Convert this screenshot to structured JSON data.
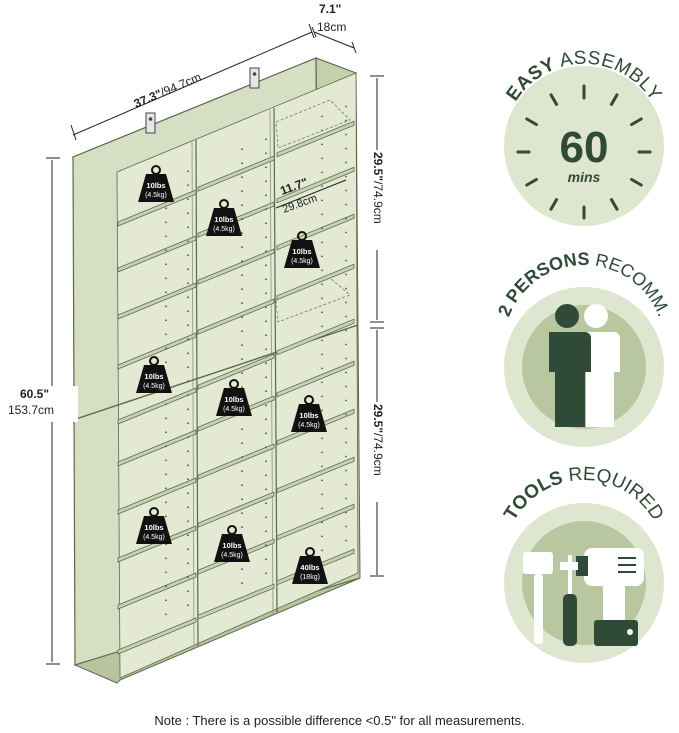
{
  "dimensions": {
    "width_in": "37.3\"",
    "width_cm": "/94.7cm",
    "depth_in": "7.1\"",
    "depth_cm": "18cm",
    "height_in": "60.5\"",
    "height_cm": "153.7cm",
    "upper_section_in": "29.5\"",
    "upper_section_cm": "/74.9cm",
    "lower_section_in": "29.5\"",
    "lower_section_cm": "/74.9cm",
    "shelf_depth_in": "11.7\"",
    "shelf_depth_cm": "29.8cm"
  },
  "weight_labels": {
    "w1": {
      "line1": "10lbs",
      "line2": "(4.5kg)"
    },
    "w2": {
      "line1": "10lbs",
      "line2": "(4.5kg)"
    },
    "w3": {
      "line1": "10lbs",
      "line2": "(4.5kg)"
    },
    "w4": {
      "line1": "10lbs",
      "line2": "(4.5kg)"
    },
    "w5": {
      "line1": "10lbs",
      "line2": "(4.5kg)"
    },
    "w6": {
      "line1": "10lbs",
      "line2": "(4.5kg)"
    },
    "w7": {
      "line1": "10lbs",
      "line2": "(4.5kg)"
    },
    "w8": {
      "line1": "10lbs",
      "line2": "(4.5kg)"
    },
    "w9": {
      "line1": "40lbs",
      "line2": "(18kg)"
    }
  },
  "badges": {
    "assembly": {
      "bold": "EASY",
      "light": "ASSEMBLY",
      "number": "60",
      "unit": "mins",
      "icon": "clock-icon"
    },
    "persons": {
      "bold": "2 PERSONS",
      "light": "RECOMM.",
      "icon": "two-persons-icon"
    },
    "tools": {
      "bold": "TOOLS",
      "light": "REQUIRED",
      "icon": "tools-icon"
    }
  },
  "note": "Note : There is a possible difference <0.5\" for all measurements.",
  "colors": {
    "shelf_face": "#d6dec3",
    "shelf_edge": "#5b6a4c",
    "badge_bg": "#dfe6cf",
    "badge_ring": "#b9c7a1",
    "badge_dark": "#2f4a36",
    "weight_fill": "#111111"
  }
}
